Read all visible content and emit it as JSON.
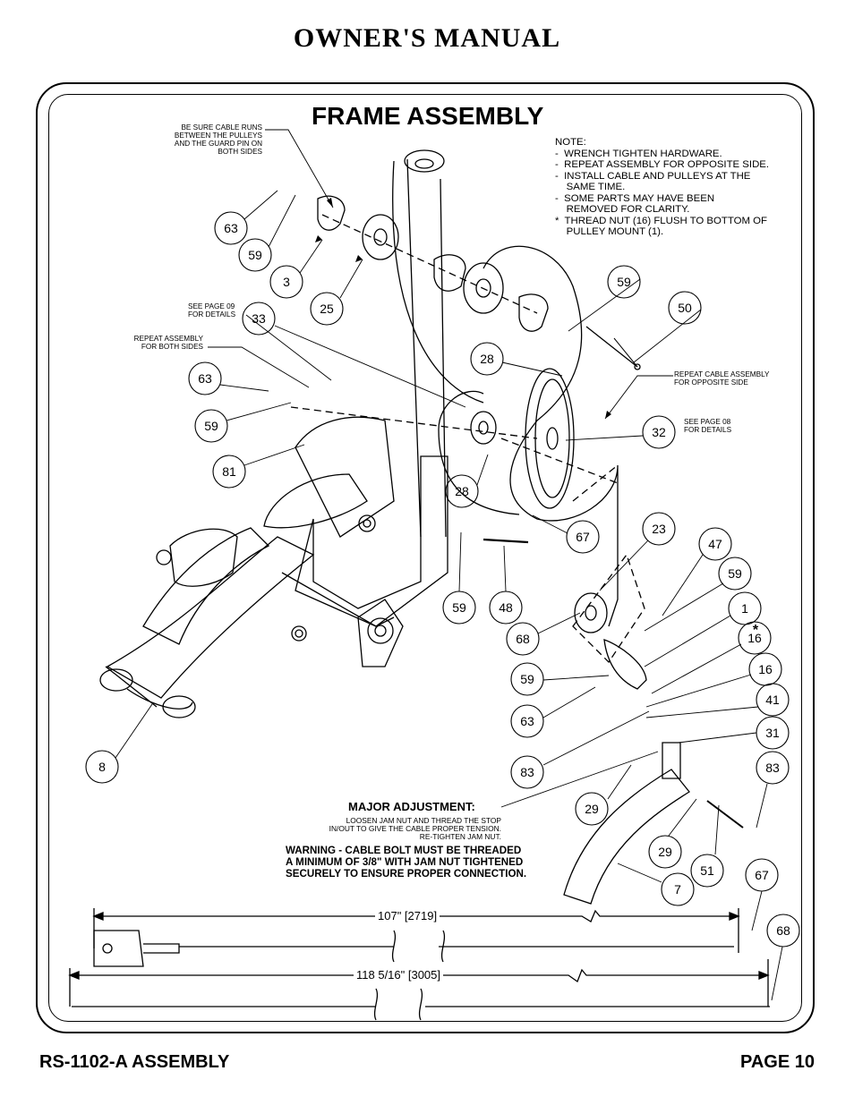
{
  "header": {
    "title": "OWNER'S MANUAL"
  },
  "section": {
    "title": "FRAME ASSEMBLY"
  },
  "note": {
    "text": "NOTE:\n-  WRENCH TIGHTEN HARDWARE.\n-  REPEAT ASSEMBLY FOR OPPOSITE SIDE.\n-  INSTALL CABLE AND PULLEYS AT THE\n    SAME TIME.\n-  SOME PARTS MAY HAVE BEEN\n    REMOVED FOR CLARITY.\n*  THREAD NUT (16) FLUSH TO BOTTOM OF\n    PULLEY MOUNT (1)."
  },
  "annotations": {
    "cable_runs": "BE SURE CABLE RUNS\nBETWEEN THE PULLEYS\nAND THE GUARD PIN ON\nBOTH SIDES",
    "see_page_09": "SEE PAGE 09\nFOR DETAILS",
    "repeat_both_sides": "REPEAT ASSEMBLY\nFOR BOTH SIDES",
    "repeat_cable": "REPEAT CABLE ASSEMBLY\nFOR OPPOSITE SIDE",
    "see_page_08": "SEE PAGE 08\nFOR DETAILS"
  },
  "callouts": [
    "63",
    "59",
    "3",
    "25",
    "33",
    "63",
    "59",
    "81",
    "28",
    "28",
    "59",
    "50",
    "32",
    "67",
    "23",
    "47",
    "59",
    "1",
    "16",
    "16",
    "41",
    "31",
    "83",
    "59",
    "48",
    "68",
    "59",
    "63",
    "83",
    "29",
    "29",
    "51",
    "7",
    "67",
    "68",
    "8"
  ],
  "star": "*",
  "major_adjustment": {
    "title": "MAJOR ADJUSTMENT:",
    "text": "LOOSEN JAM NUT AND THREAD THE STOP\nIN/OUT TO GIVE THE CABLE PROPER TENSION.\nRE-TIGHTEN JAM NUT."
  },
  "warning": "WARNING - CABLE BOLT MUST BE THREADED\nA MINIMUM OF 3/8\" WITH JAM NUT TIGHTENED\nSECURELY TO ENSURE PROPER CONNECTION.",
  "dimensions": {
    "cable_67": "107\" [2719]",
    "cable_68": "118 5/16\" [3005]"
  },
  "footer": {
    "model": "RS-1102-A ASSEMBLY",
    "page": "PAGE 10"
  }
}
